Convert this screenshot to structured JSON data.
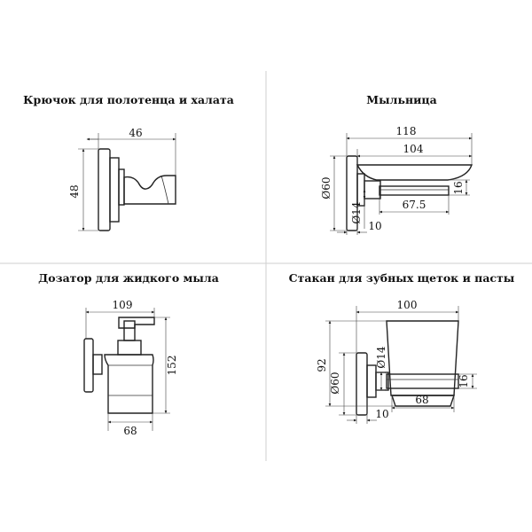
{
  "panels": {
    "hook": {
      "title": "Крючок для полотенца и халата",
      "dims": {
        "width": "46",
        "height": "48"
      }
    },
    "soap_dish": {
      "title": "Мыльница",
      "dims": {
        "total": "118",
        "dish": "104",
        "diameter": "Ø60",
        "pipe": "Ø14",
        "inner": "67.5",
        "depth": "16",
        "wall": "10"
      }
    },
    "dispenser": {
      "title": "Дозатор для жидкого мыла",
      "dims": {
        "width": "109",
        "height": "152",
        "base": "68"
      }
    },
    "tumbler": {
      "title": "Стакан для зубных щеток и пасты",
      "dims": {
        "width": "100",
        "height": "92",
        "diameter": "Ø60",
        "pipe": "Ø14",
        "base": "68",
        "depth": "16",
        "wall": "10"
      }
    }
  }
}
